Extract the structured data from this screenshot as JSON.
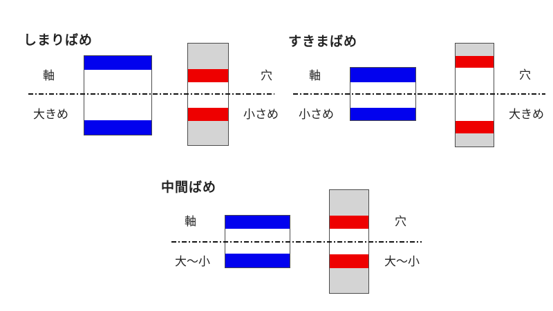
{
  "colors": {
    "background": "#ffffff",
    "shaft_fill": "#0202ee",
    "hole_fill": "#ee0000",
    "body_gray": "#d4d4d4",
    "outline": "#4a4a4a",
    "centerline": "#111111",
    "text": "#222222"
  },
  "diagrams": [
    {
      "title": "しまりばめ",
      "shaft_label": "軸",
      "shaft_size_label": "大きめ",
      "hole_label": "穴",
      "hole_size_label": "小さめ"
    },
    {
      "title": "すきまばめ",
      "shaft_label": "軸",
      "shaft_size_label": "小さめ",
      "hole_label": "穴",
      "hole_size_label": "大きめ"
    },
    {
      "title": "中間ばめ",
      "shaft_label": "軸",
      "shaft_size_label": "大〜小",
      "hole_label": "穴",
      "hole_size_label": "大〜小"
    }
  ]
}
